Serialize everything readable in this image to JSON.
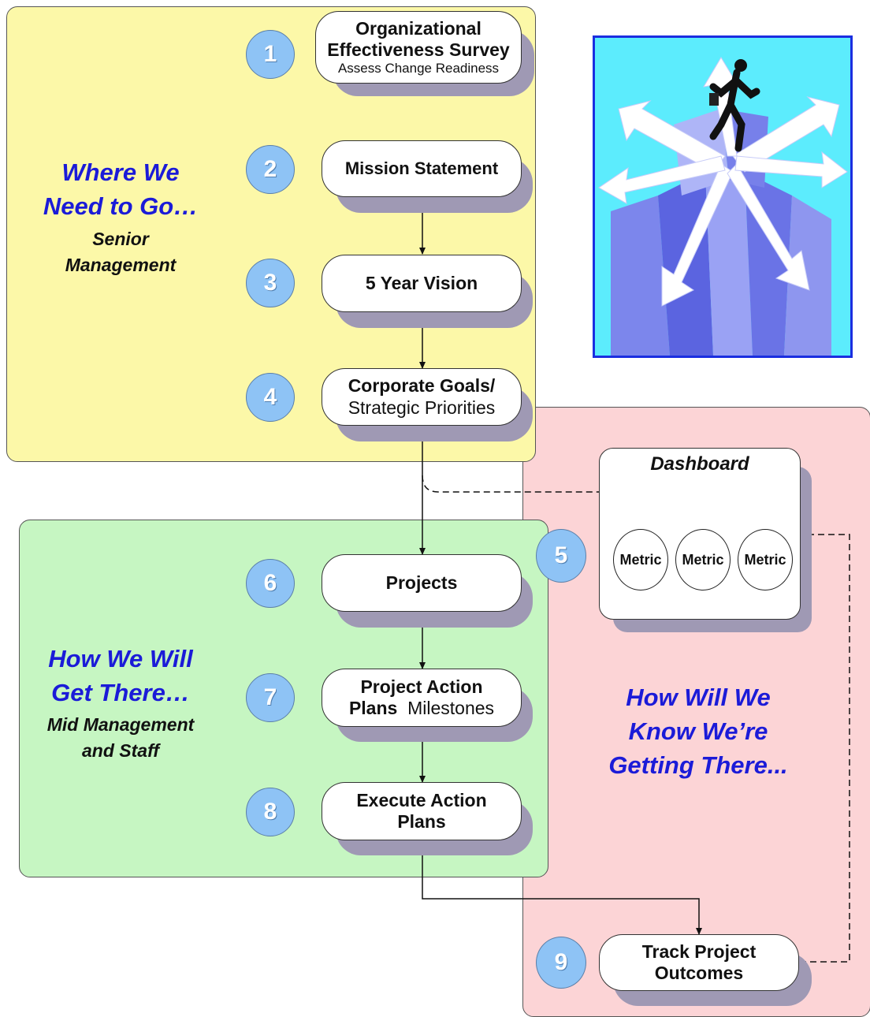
{
  "sections": {
    "top": {
      "title_line1": "Where We",
      "title_line2": "Need to Go…",
      "sub_line1": "Senior",
      "sub_line2": "Management"
    },
    "mid": {
      "title_line1": "How We Will",
      "title_line2": "Get There…",
      "sub_line1": "Mid Management",
      "sub_line2": "and Staff"
    },
    "right": {
      "title_line1": "How Will We",
      "title_line2": "Know We’re",
      "title_line3": "Getting There..."
    }
  },
  "steps": {
    "s1": {
      "num": "1",
      "line1": "Organizational",
      "line2": "Effectiveness Survey",
      "sub": "Assess Change Readiness"
    },
    "s2": {
      "num": "2",
      "line1": "Mission Statement"
    },
    "s3": {
      "num": "3",
      "line1": "5 Year Vision"
    },
    "s4": {
      "num": "4",
      "line1": "Corporate Goals/",
      "line2": "Strategic Priorities"
    },
    "s5": {
      "num": "5"
    },
    "s6": {
      "num": "6",
      "line1": "Projects"
    },
    "s7": {
      "num": "7",
      "line1": "Project Action",
      "line2a": "Plans",
      "line2b": "Milestones"
    },
    "s8": {
      "num": "8",
      "line1": "Execute Action",
      "line2": "Plans"
    },
    "s9": {
      "num": "9",
      "line1": "Track Project",
      "line2": "Outcomes"
    }
  },
  "dashboard": {
    "title": "Dashboard",
    "metrics": [
      "Metric",
      "Metric",
      "Metric"
    ]
  },
  "colors": {
    "top_panel": "#fcf8a8",
    "mid_panel": "#c6f6c2",
    "right_panel": "#fcd4d6",
    "number_circle": "#8ec3f5",
    "title_blue": "#1b1bd8",
    "shadow": "#9f99b4",
    "picture_bg": "#5cecfd"
  },
  "icons": {
    "picture": "business-runner-on-arrows-illustration"
  }
}
